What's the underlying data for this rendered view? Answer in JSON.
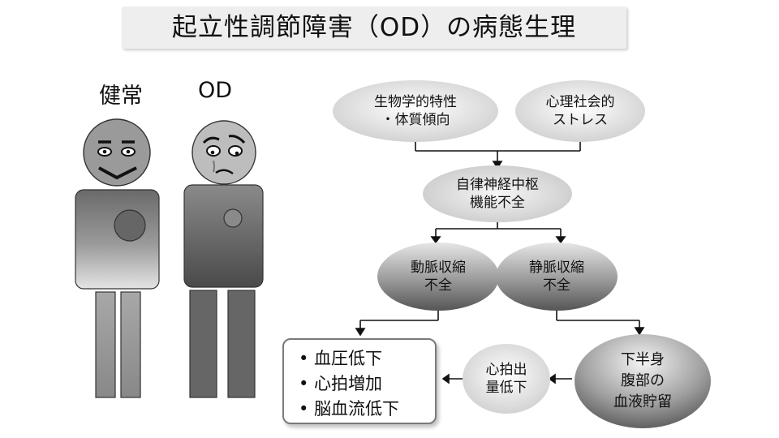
{
  "title": "起立性調節障害（OD）の病態生理",
  "figures": {
    "healthy_label": "健常",
    "od_label": "OD"
  },
  "nodes": {
    "biological": {
      "line1": "生物学的特性",
      "line2": "・体質傾向"
    },
    "psychosocial": {
      "line1": "心理社会的",
      "line2": "ストレス"
    },
    "autonomic": {
      "line1": "自律神経中枢",
      "line2": "機能不全"
    },
    "arterial": {
      "line1": "動脈収縮",
      "line2": "不全"
    },
    "venous": {
      "line1": "静脈収縮",
      "line2": "不全"
    },
    "pooling": {
      "line1": "下半身",
      "line2": "腹部の",
      "line3": "血液貯留"
    },
    "cardiac": {
      "line1": "心拍出",
      "line2": "量低下"
    }
  },
  "symptoms": [
    "• 血圧低下",
    "• 心拍増加",
    "• 脳血流低下"
  ]
}
